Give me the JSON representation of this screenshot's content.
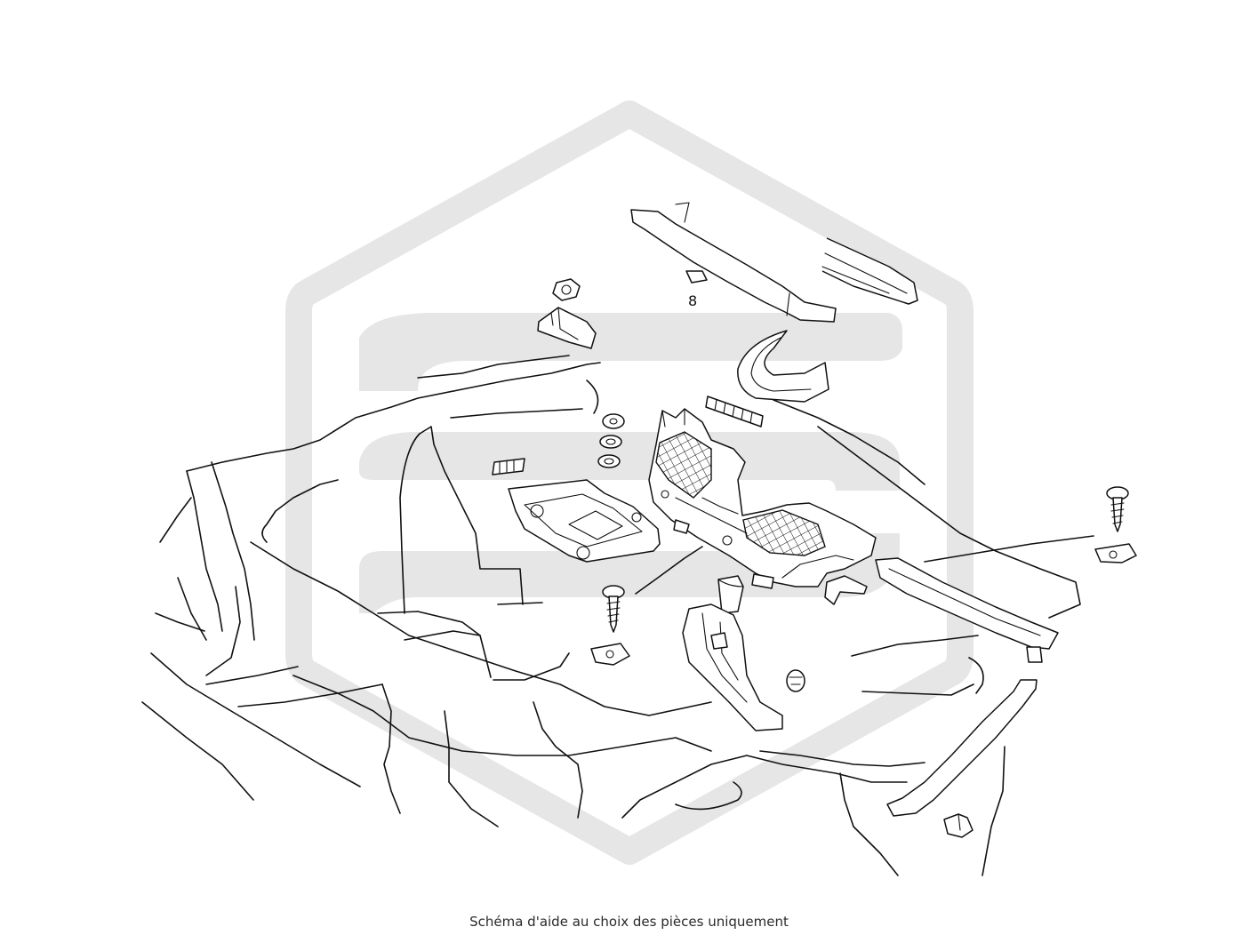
{
  "diagram": {
    "caption": "Schéma d'aide au choix des pièces uniquement",
    "watermark": "brand-logo-watermark",
    "colors": {
      "line": "#111111",
      "watermark": "#e6e6e6",
      "background": "#ffffff",
      "caption": "#2a2a2a"
    },
    "callout_labels": {
      "clip_number": "8"
    }
  }
}
